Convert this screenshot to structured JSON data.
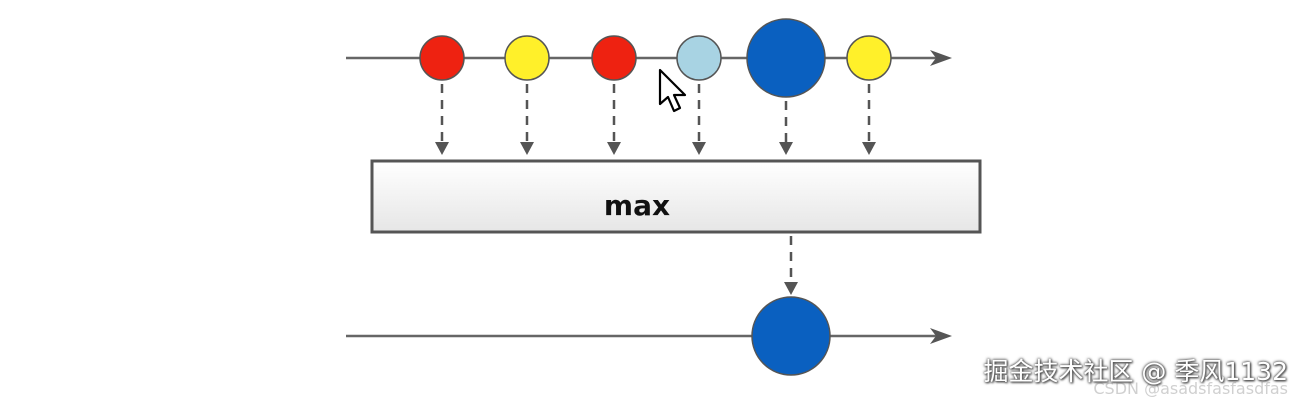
{
  "operator": {
    "label": "max"
  },
  "input_stream": {
    "marbles": [
      {
        "color": "#ee2211",
        "size": "small"
      },
      {
        "color": "#fff02a",
        "size": "small"
      },
      {
        "color": "#ee2211",
        "size": "small"
      },
      {
        "color": "#a8d3e3",
        "size": "small"
      },
      {
        "color": "#0a60c0",
        "size": "large"
      },
      {
        "color": "#fff02a",
        "size": "small"
      }
    ]
  },
  "output_stream": {
    "marbles": [
      {
        "color": "#0a60c0",
        "size": "large"
      }
    ]
  },
  "colors": {
    "line": "#666666",
    "arrow": "#555555",
    "box_fill_top": "#ffffff",
    "box_fill_bottom": "#e8e8e8",
    "box_border": "#555555"
  },
  "watermark": {
    "main": "掘金技术社区 @ 季风1132",
    "sub": "CSDN @asadsfasfasdfas"
  }
}
